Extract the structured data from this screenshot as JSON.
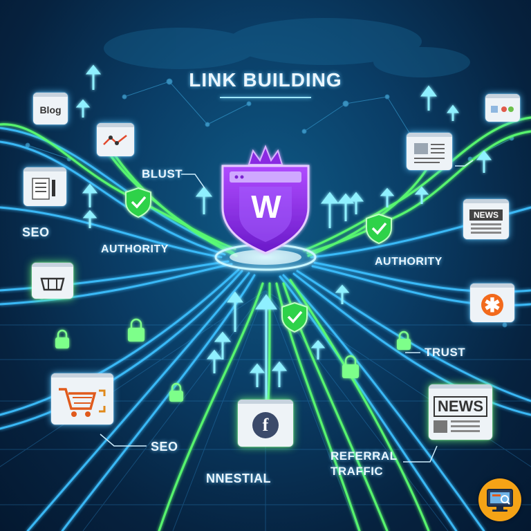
{
  "title": "LINK BUILDING",
  "labels": {
    "blust": "BLUST",
    "seo_left": "SEO",
    "authority_left": "AUTHORITY",
    "authority_right": "AUTHORITY",
    "trust": "TRUST",
    "seo_bottom": "SEO",
    "nnestial": "NNESTIAL",
    "referral_line1": "REFERRAL",
    "referral_line2": "TRAFFIC"
  },
  "tiles": {
    "blog": "Blog",
    "news_small": "NEWS",
    "news_large": "NEWS",
    "facebook": "f"
  },
  "center_logo": "W",
  "colors": {
    "background": "#0a3d66",
    "blue_stream": "#39b8ff",
    "green_stream": "#52ff6a",
    "purple_shield": "#8a2be2",
    "orange_badge": "#f5a316"
  }
}
